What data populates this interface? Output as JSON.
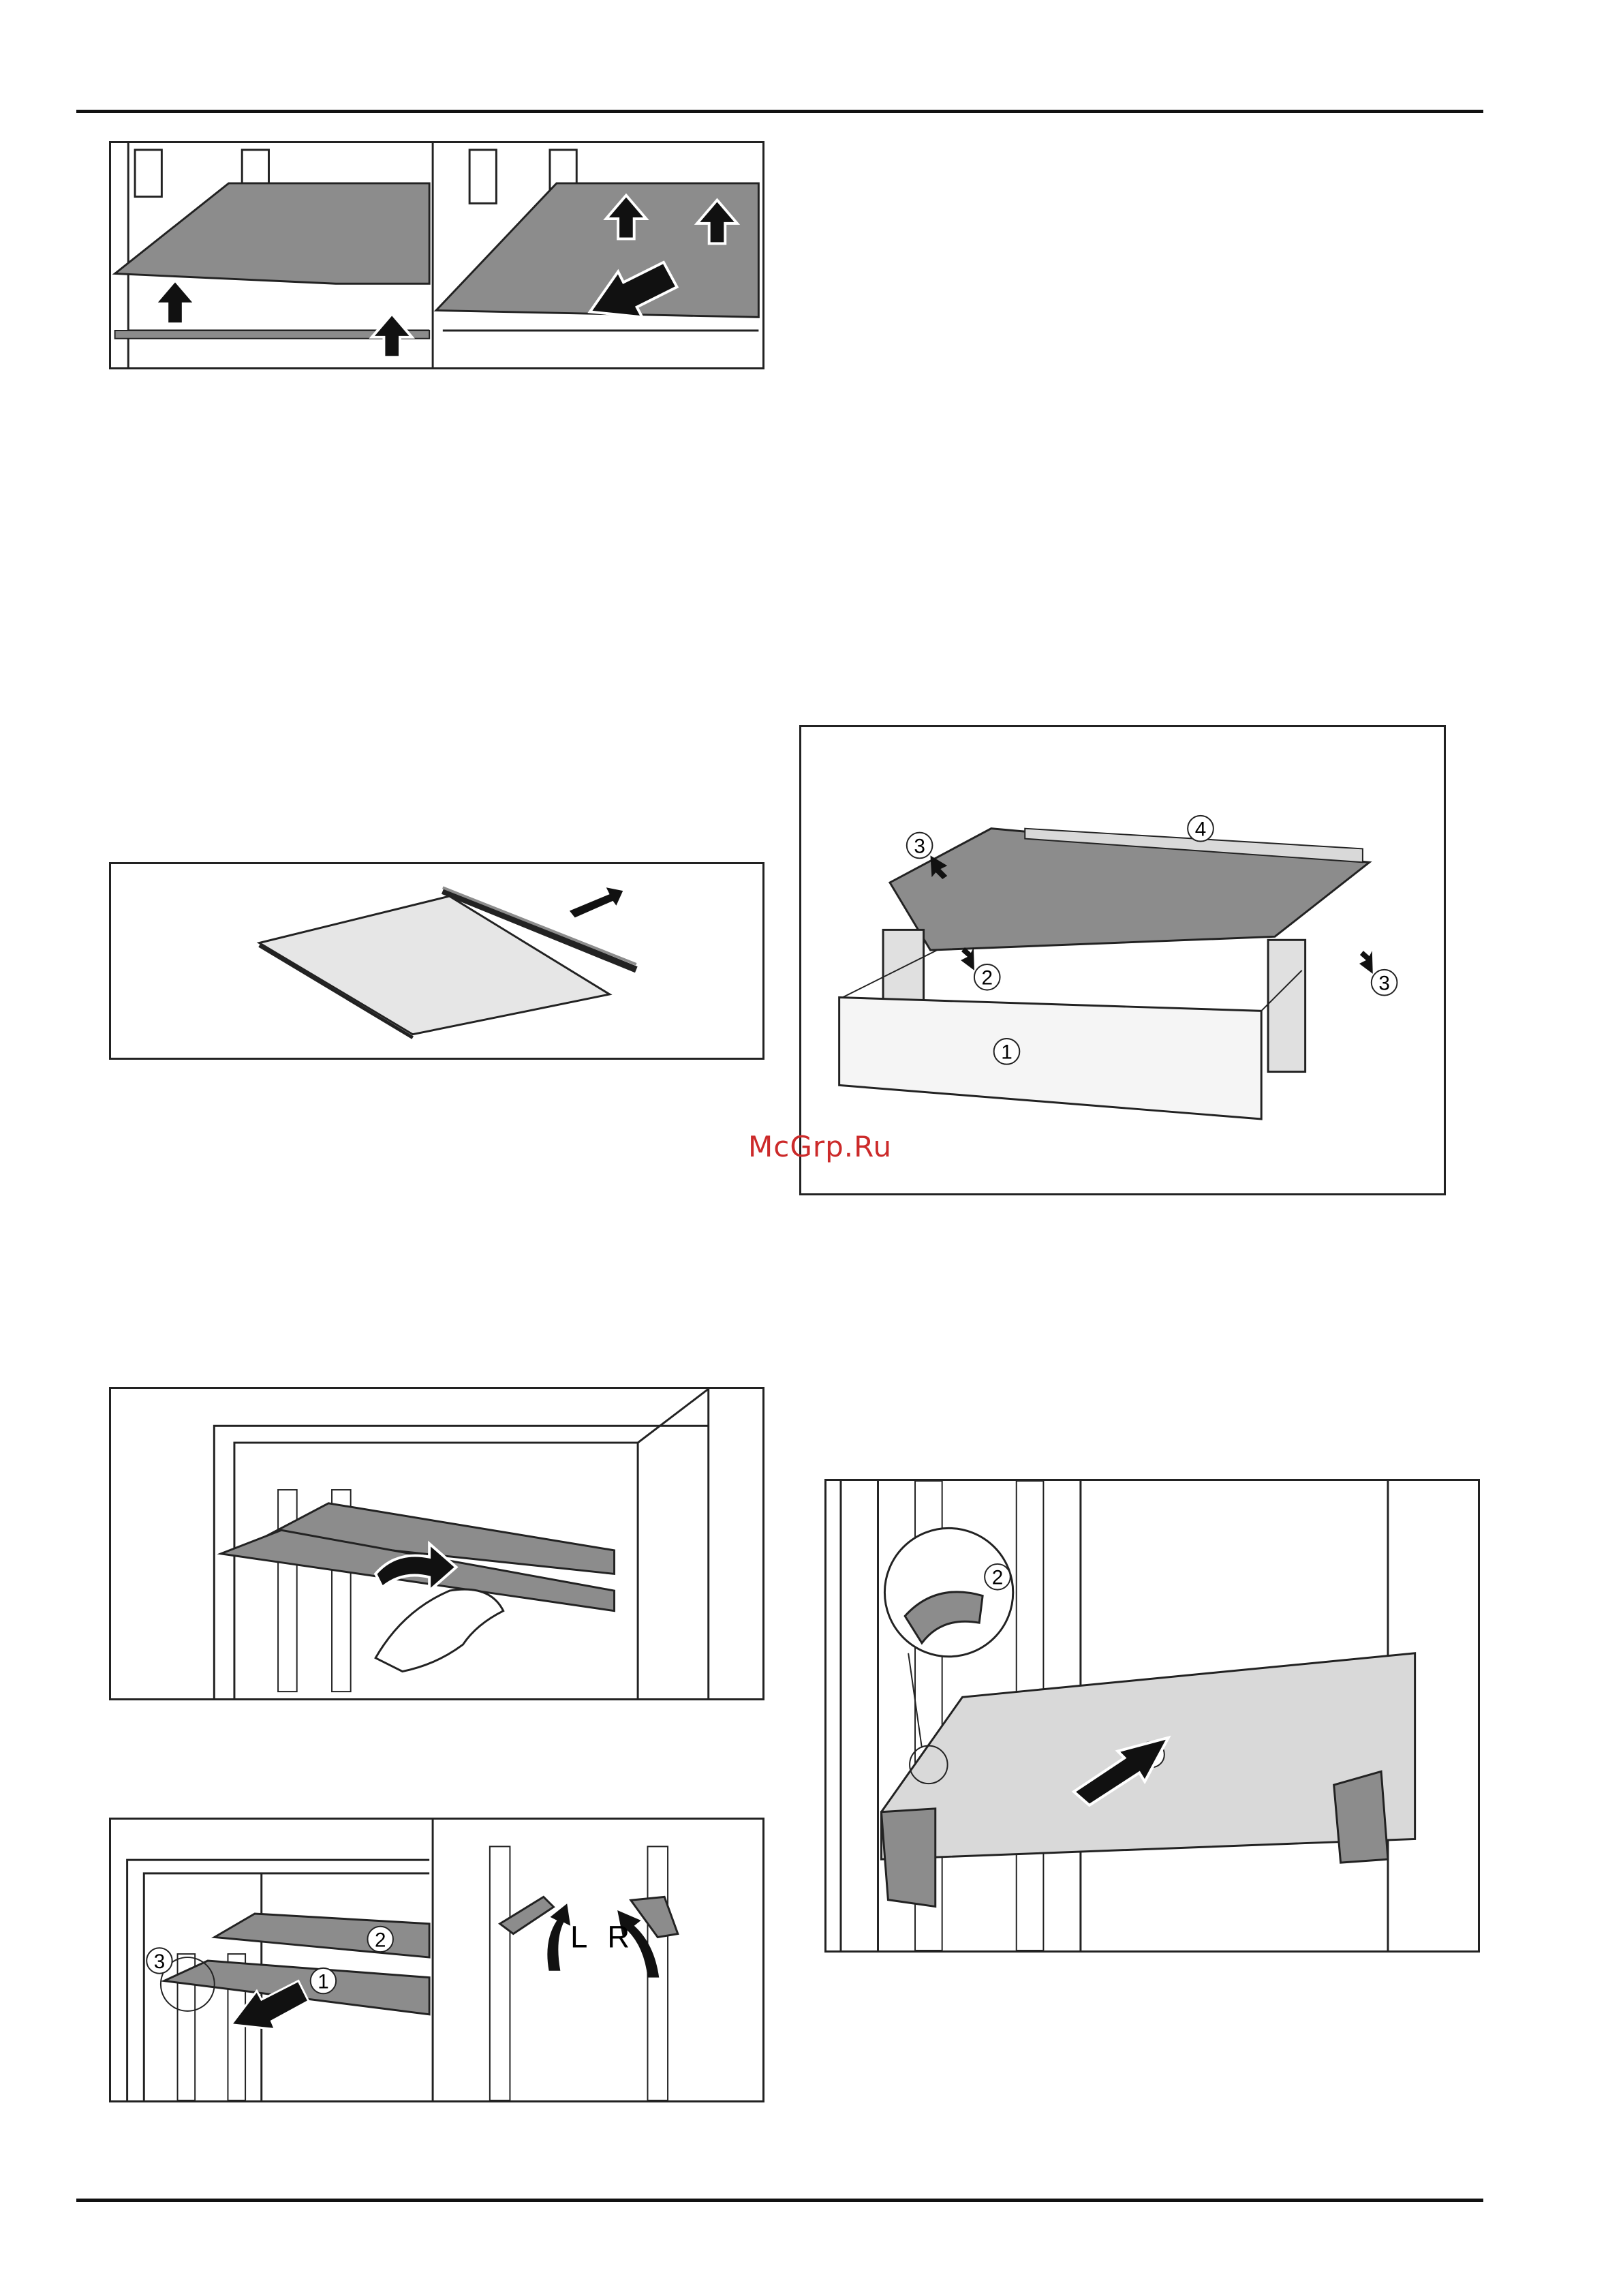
{
  "watermark": {
    "text": "McGrp.Ru",
    "color": "#cc2a2a"
  },
  "colors": {
    "shelf_gray": "#8c8c8c",
    "light_gray": "#d9d9d9",
    "line": "#222222",
    "arrow": "#111111"
  },
  "figures": {
    "remove_shelf": {
      "panels": 2,
      "icons": [
        "arrow-up-icon",
        "arrow-up-icon",
        "arrow-down-left-icon"
      ]
    },
    "shelf_trim": {
      "icons": [
        "arrow-right-icon"
      ]
    },
    "drawer_assembly": {
      "callouts": {
        "drawer": "1",
        "clip": "2",
        "side_cutout": "3",
        "rear_strip": "4"
      }
    },
    "drawer_slide": {
      "callouts": {
        "drawer": "1",
        "hook": "2"
      }
    },
    "shelf_fold": {
      "icons": [
        "curved-arrow-icon"
      ]
    },
    "shelf_supports": {
      "callouts": {
        "front_shelf": "1",
        "rear_shelf": "2",
        "detail": "3"
      },
      "letters": {
        "left": "L",
        "right": "R"
      }
    }
  }
}
